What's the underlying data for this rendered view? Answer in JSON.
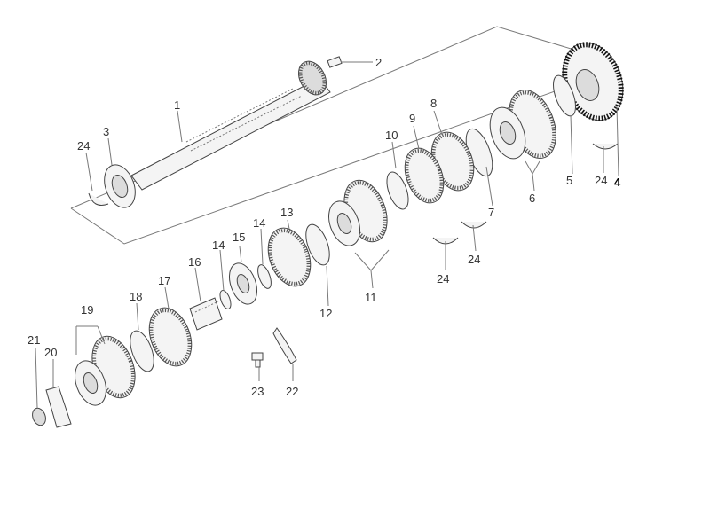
{
  "callouts": [
    "1",
    "2",
    "3",
    "4",
    "5",
    "6",
    "7",
    "8",
    "9",
    "10",
    "11",
    "12",
    "13",
    "14",
    "14",
    "15",
    "16",
    "17",
    "18",
    "19",
    "20",
    "21",
    "22",
    "23",
    "24",
    "24",
    "24",
    "24"
  ],
  "highlight_color": "#000000",
  "line_color": "#7a7a7a"
}
